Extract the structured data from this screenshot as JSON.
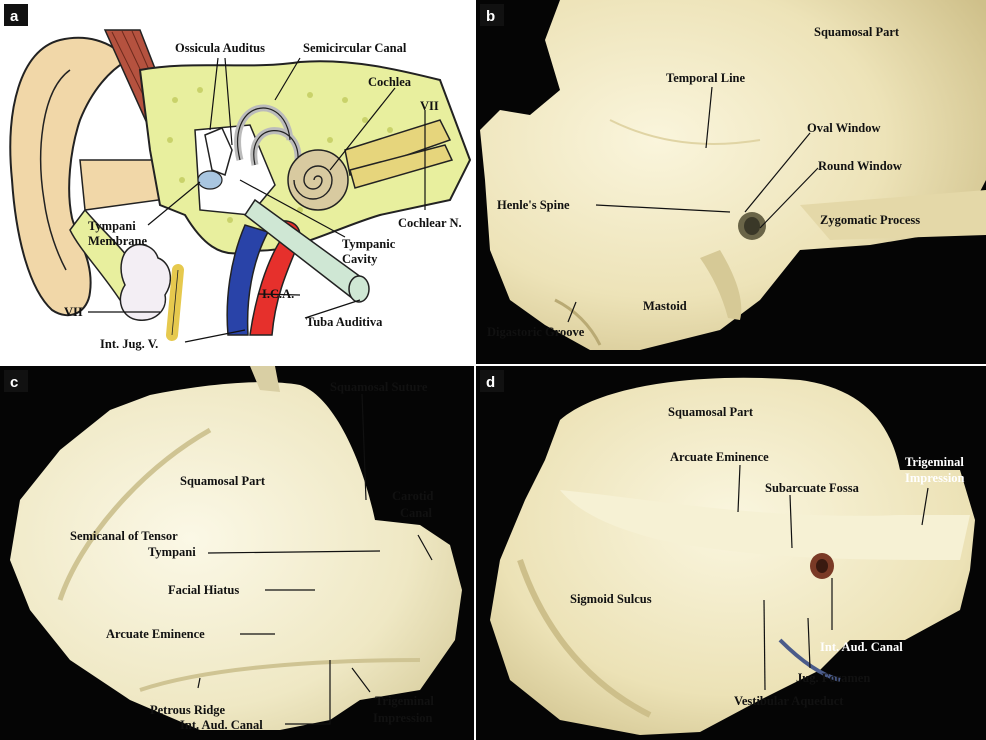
{
  "panels": {
    "a": {
      "letter": "a",
      "labels": {
        "ossicula": "Ossicula Auditus",
        "semicircular": "Semicircular Canal",
        "cochlea": "Cochlea",
        "vii_top": "VII",
        "tympani_line1": "Tympani",
        "tympani_line2": "Membrane",
        "cochlear_n": "Cochlear N.",
        "tympanic_line1": "Tympanic",
        "tympanic_line2": "Cavity",
        "vii_bottom": "VII",
        "ica": "I.C.A.",
        "tuba": "Tuba Auditiva",
        "int_jug": "Int. Jug. V."
      }
    },
    "b": {
      "letter": "b",
      "labels": {
        "squamosal": "Squamosal Part",
        "temporal_line": "Temporal Line",
        "oval_window": "Oval Window",
        "round_window": "Round Window",
        "henles_spine": "Henle's Spine",
        "zygomatic": "Zygomatic Process",
        "mastoid": "Mastoid",
        "digastoric": "Digastoric Groove"
      }
    },
    "c": {
      "letter": "c",
      "labels": {
        "squamosal_suture": "Squamosal Suture",
        "squamosal_part": "Squamosal Part",
        "carotid_line1": "Carotid",
        "carotid_line2": "Canal",
        "semicanal_line1": "Semicanal of Tensor",
        "semicanal_line2": "Tympani",
        "facial_hiatus": "Facial Hiatus",
        "arcuate": "Arcuate Eminence",
        "petrous_ridge": "Petrous Ridge",
        "int_aud_canal": "Int. Aud. Canal",
        "trigeminal_line1": "Trigeminal",
        "trigeminal_line2": "Impression"
      }
    },
    "d": {
      "letter": "d",
      "labels": {
        "squamosal_part": "Squamosal Part",
        "arcuate": "Arcuate Eminence",
        "trigeminal_line1": "Trigeminal",
        "trigeminal_line2": "Impression",
        "subarcuate": "Subarcuate Fossa",
        "sigmoid": "Sigmoid Sulcus",
        "int_aud_canal": "Int. Aud. Canal",
        "jug_foramen": "Jug. Foramen",
        "vestibular": "Vestibular Aqueduct"
      }
    }
  }
}
